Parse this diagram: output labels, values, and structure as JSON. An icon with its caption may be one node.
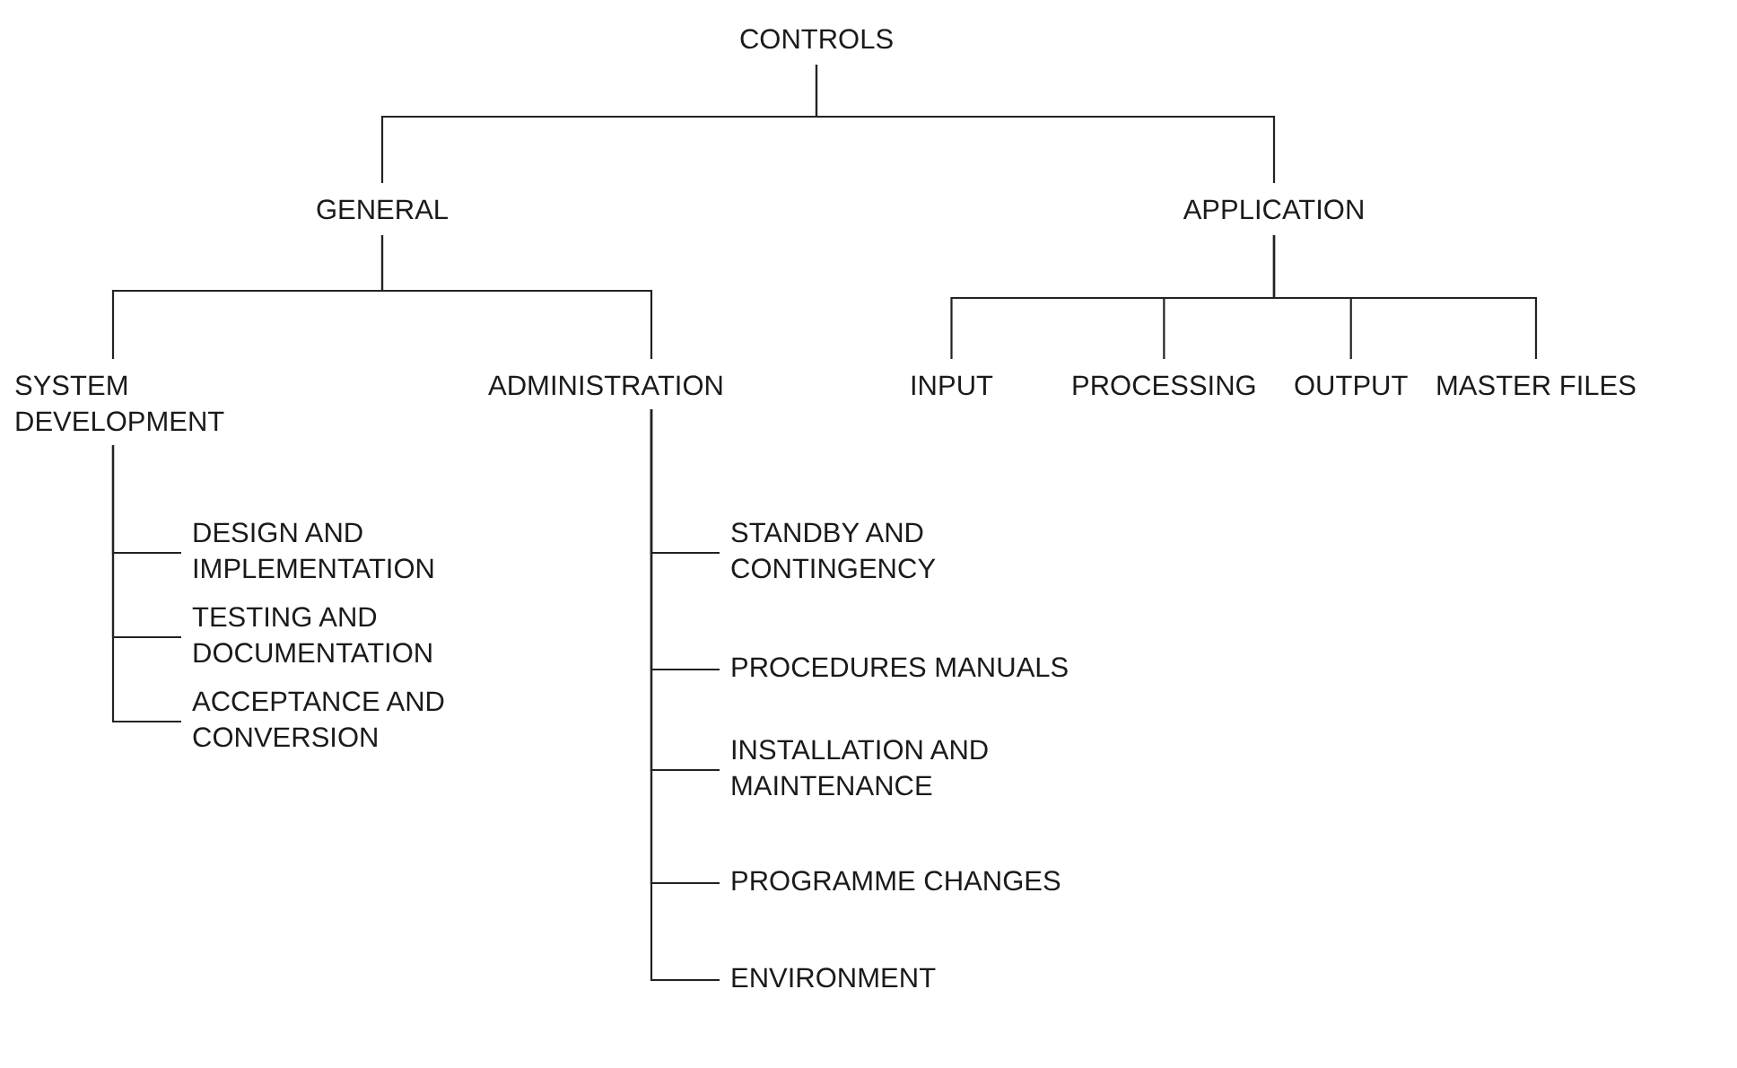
{
  "diagram": {
    "nodes": [
      {
        "text": [
          "CONTROLS"
        ]
      },
      {
        "text": [
          "GENERAL"
        ]
      },
      {
        "text": [
          "APPLICATION"
        ]
      },
      {
        "text": [
          "SYSTEM DEVELOPMENT"
        ]
      },
      {
        "text": [
          "ADMINISTRATION"
        ]
      },
      {
        "text": [
          "INPUT"
        ]
      },
      {
        "text": [
          "PROCESSING"
        ]
      },
      {
        "text": [
          "OUTPUT"
        ]
      },
      {
        "text": [
          "MASTER FILES"
        ]
      },
      {
        "text": [
          "DESIGN AND IMPLEMENTATION"
        ]
      },
      {
        "text": [
          "TESTING AND DOCUMENTATION"
        ]
      },
      {
        "text": [
          "ACCEPTANCE AND CONVERSION"
        ]
      },
      {
        "text": [
          "STANDBY AND CONTINGENCY"
        ]
      },
      {
        "text": [
          "PROCEDURES MANUALS"
        ]
      },
      {
        "text": [
          "INSTALLATION AND MAINTENANCE"
        ]
      },
      {
        "text": [
          "PROGRAMME CHANGES"
        ]
      },
      {
        "text": [
          "ENVIRONMENT"
        ]
      }
    ],
    "edges": [
      {
        "from": 0,
        "to": 1,
        "arrow": "none"
      },
      {
        "from": 0,
        "to": 2,
        "arrow": "none"
      },
      {
        "from": 1,
        "to": 3,
        "arrow": "none"
      },
      {
        "from": 1,
        "to": 4,
        "arrow": "none"
      },
      {
        "from": 2,
        "to": 5,
        "arrow": "none"
      },
      {
        "from": 2,
        "to": 6,
        "arrow": "none"
      },
      {
        "from": 2,
        "to": 7,
        "arrow": "none"
      },
      {
        "from": 2,
        "to": 8,
        "arrow": "none"
      },
      {
        "from": 3,
        "to": 9,
        "arrow": "none"
      },
      {
        "from": 3,
        "to": 10,
        "arrow": "none"
      },
      {
        "from": 3,
        "to": 11,
        "arrow": "none"
      },
      {
        "from": 4,
        "to": 12,
        "arrow": "none"
      },
      {
        "from": 4,
        "to": 13,
        "arrow": "none"
      },
      {
        "from": 4,
        "to": 14,
        "arrow": "none"
      },
      {
        "from": 4,
        "to": 15,
        "arrow": "none"
      },
      {
        "from": 4,
        "to": 16,
        "arrow": "none"
      }
    ]
  }
}
